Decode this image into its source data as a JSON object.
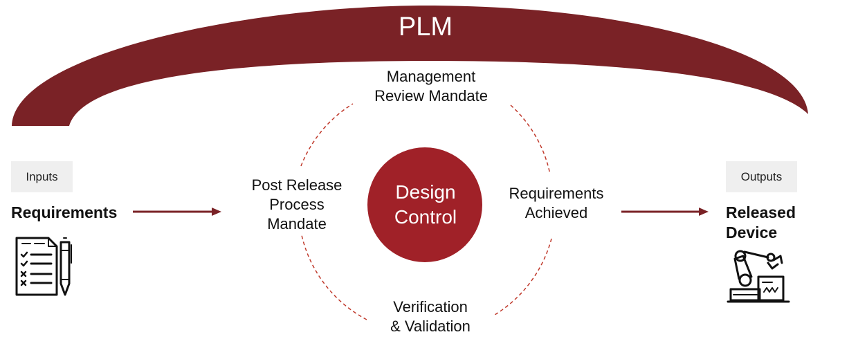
{
  "banner": {
    "label": "PLM"
  },
  "center": {
    "line1": "Design",
    "line2": "Control"
  },
  "cycle": {
    "top": {
      "line1": "Management",
      "line2": "Review Mandate"
    },
    "left": {
      "line1": "Post Release",
      "line2": "Process",
      "line3": "Mandate"
    },
    "right": {
      "line1": "Requirements",
      "line2": "Achieved"
    },
    "bottom": {
      "line1": "Verification",
      "line2": "& Validation"
    }
  },
  "inputs": {
    "tag": "Inputs",
    "label": "Requirements",
    "icon": "checklist-pen-icon"
  },
  "outputs": {
    "tag": "Outputs",
    "line1": "Released",
    "line2": "Device",
    "icon": "robotic-arm-icon"
  },
  "colors": {
    "arc": "#7a2226",
    "circle": "#a02128",
    "dashes": "#c0392b",
    "arrow": "#7a2226",
    "tag_bg": "#efefef"
  }
}
